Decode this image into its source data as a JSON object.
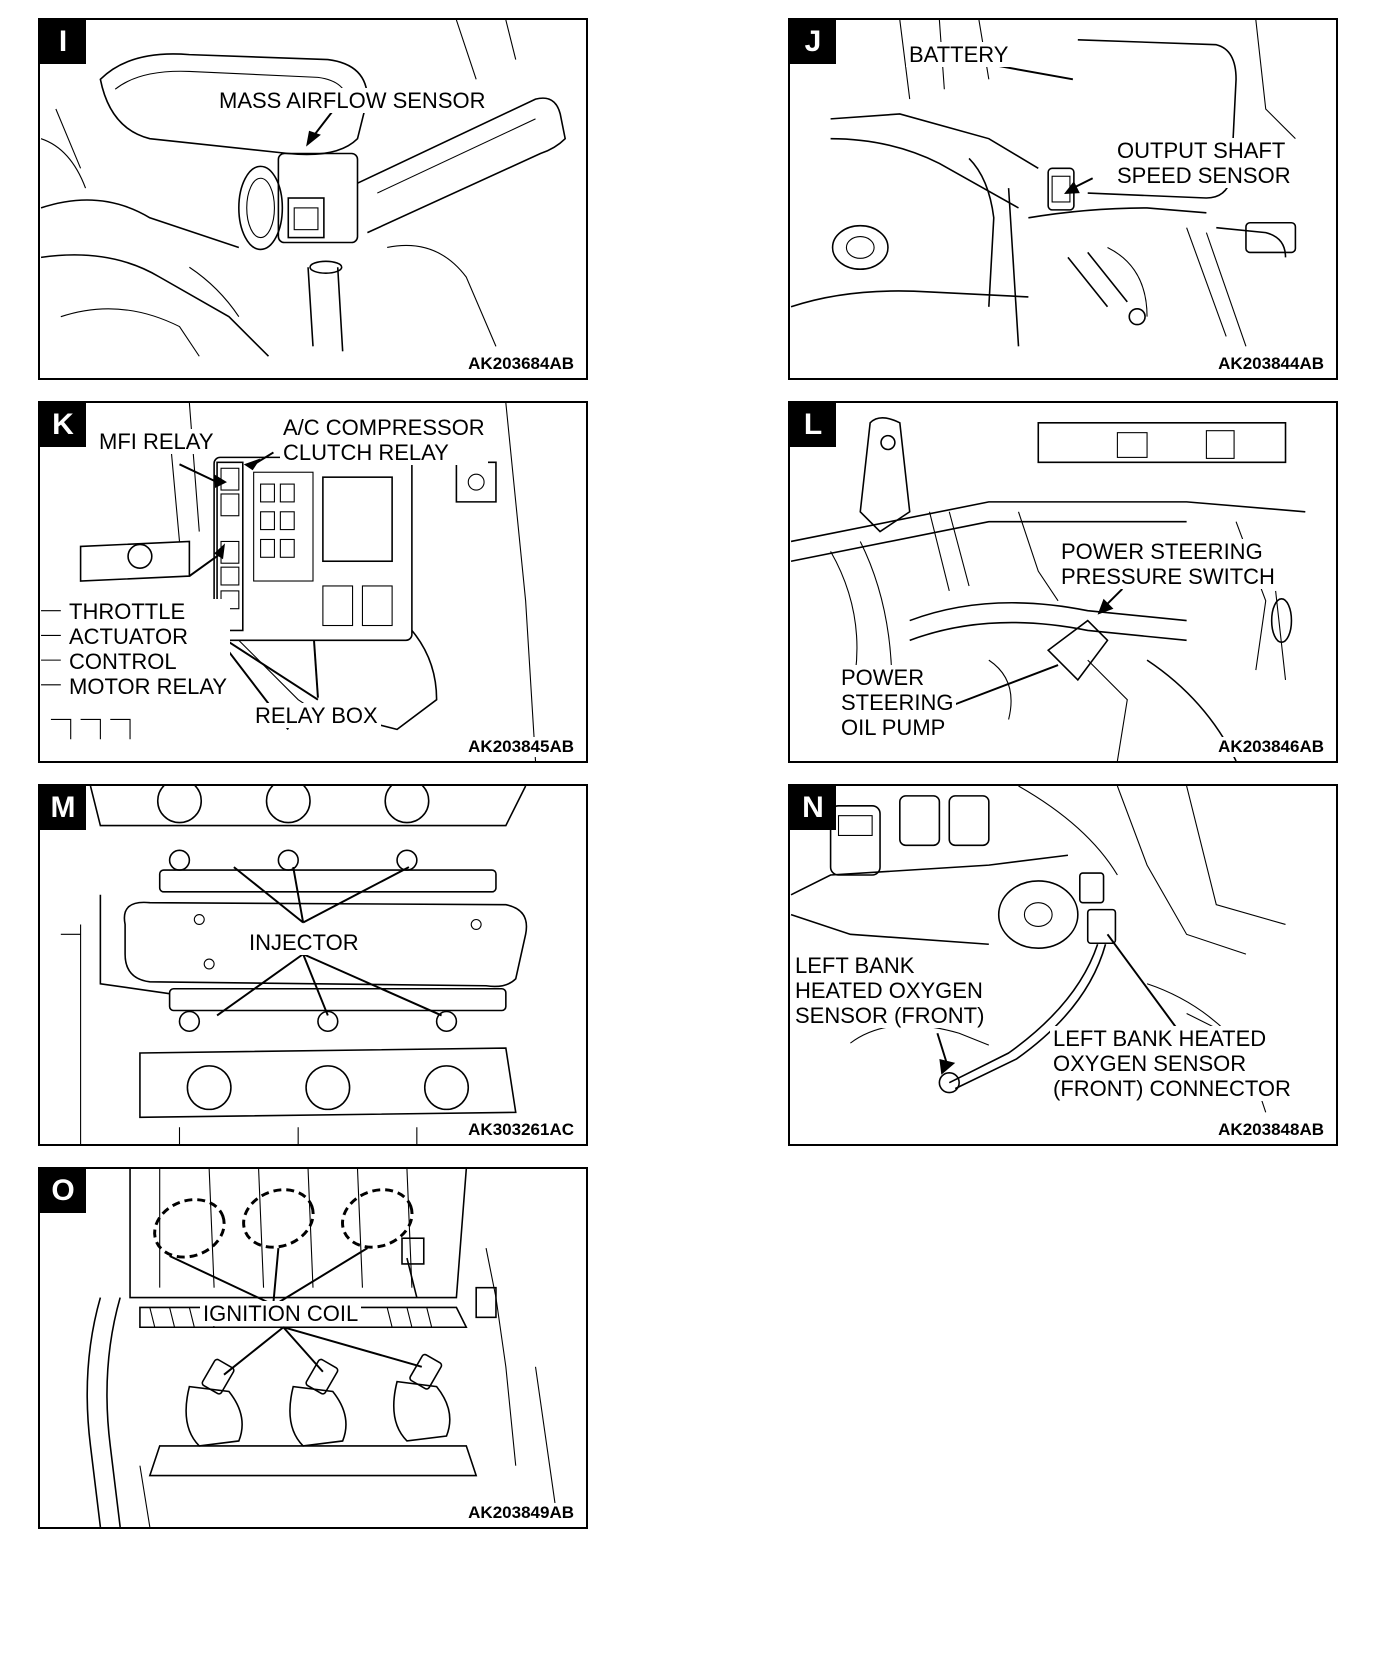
{
  "figures": [
    {
      "id": "I",
      "badge": "I",
      "ref": "AK203684AB",
      "labels": [
        "MASS AIRFLOW SENSOR"
      ]
    },
    {
      "id": "J",
      "badge": "J",
      "ref": "AK203844AB",
      "labels": [
        "BATTERY",
        "OUTPUT SHAFT\nSPEED SENSOR"
      ]
    },
    {
      "id": "K",
      "badge": "K",
      "ref": "AK203845AB",
      "labels": [
        "MFI RELAY",
        "A/C COMPRESSOR\nCLUTCH RELAY",
        "THROTTLE\nACTUATOR\nCONTROL\nMOTOR RELAY",
        "RELAY BOX"
      ]
    },
    {
      "id": "L",
      "badge": "L",
      "ref": "AK203846AB",
      "labels": [
        "POWER STEERING\nPRESSURE SWITCH",
        "POWER\nSTEERING\nOIL PUMP"
      ]
    },
    {
      "id": "M",
      "badge": "M",
      "ref": "AK303261AC",
      "labels": [
        "INJECTOR"
      ]
    },
    {
      "id": "N",
      "badge": "N",
      "ref": "AK203848AB",
      "labels": [
        "LEFT BANK\nHEATED OXYGEN\nSENSOR (FRONT)",
        "LEFT BANK HEATED\nOXYGEN SENSOR\n(FRONT) CONNECTOR"
      ]
    },
    {
      "id": "O",
      "badge": "O",
      "ref": "AK203849AB",
      "labels": [
        "IGNITION COIL"
      ]
    }
  ]
}
